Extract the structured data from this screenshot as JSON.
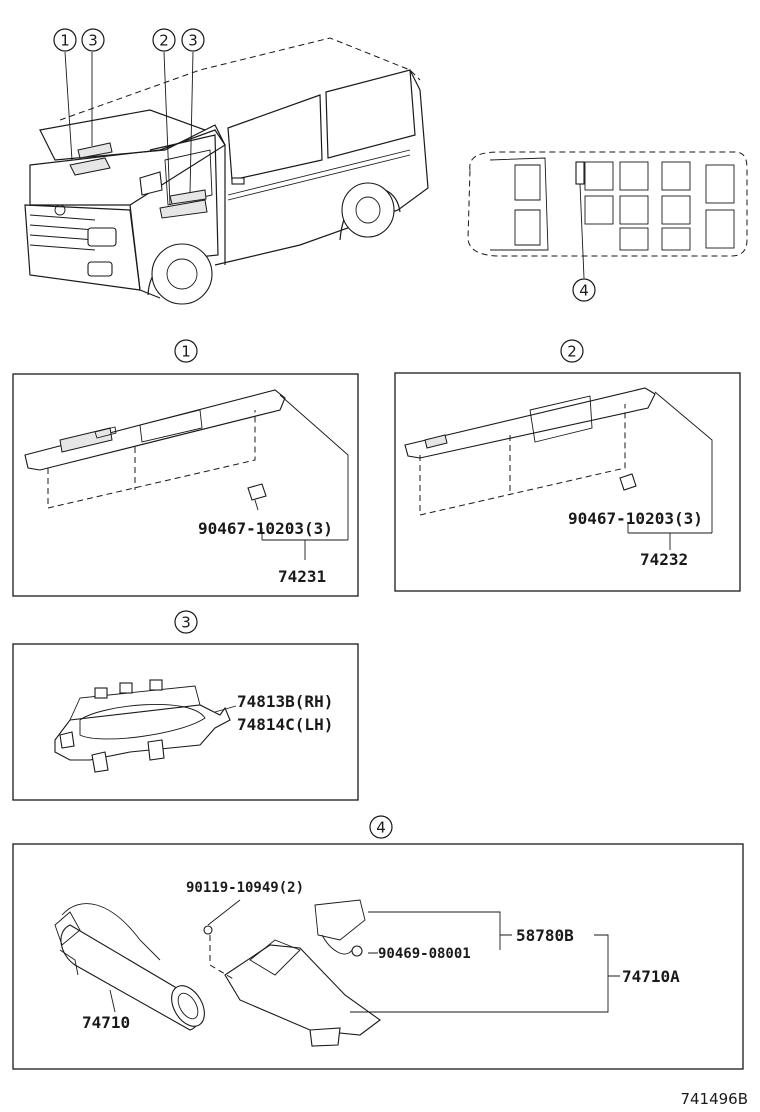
{
  "callouts": {
    "c1": "1",
    "c2": "2",
    "c3": "3",
    "c4": "4"
  },
  "parts": {
    "p_90467_a": "90467-10203(3)",
    "p_74231": "74231",
    "p_90467_b": "90467-10203(3)",
    "p_74232": "74232",
    "p_74813b": "74813B(RH)",
    "p_74814c": "74814C(LH)",
    "p_90119": "90119-10949(2)",
    "p_58780b": "58780B",
    "p_90469": "90469-08001",
    "p_74710a": "74710A",
    "p_74710": "74710"
  },
  "footer": {
    "diagram_code": "741496B"
  }
}
